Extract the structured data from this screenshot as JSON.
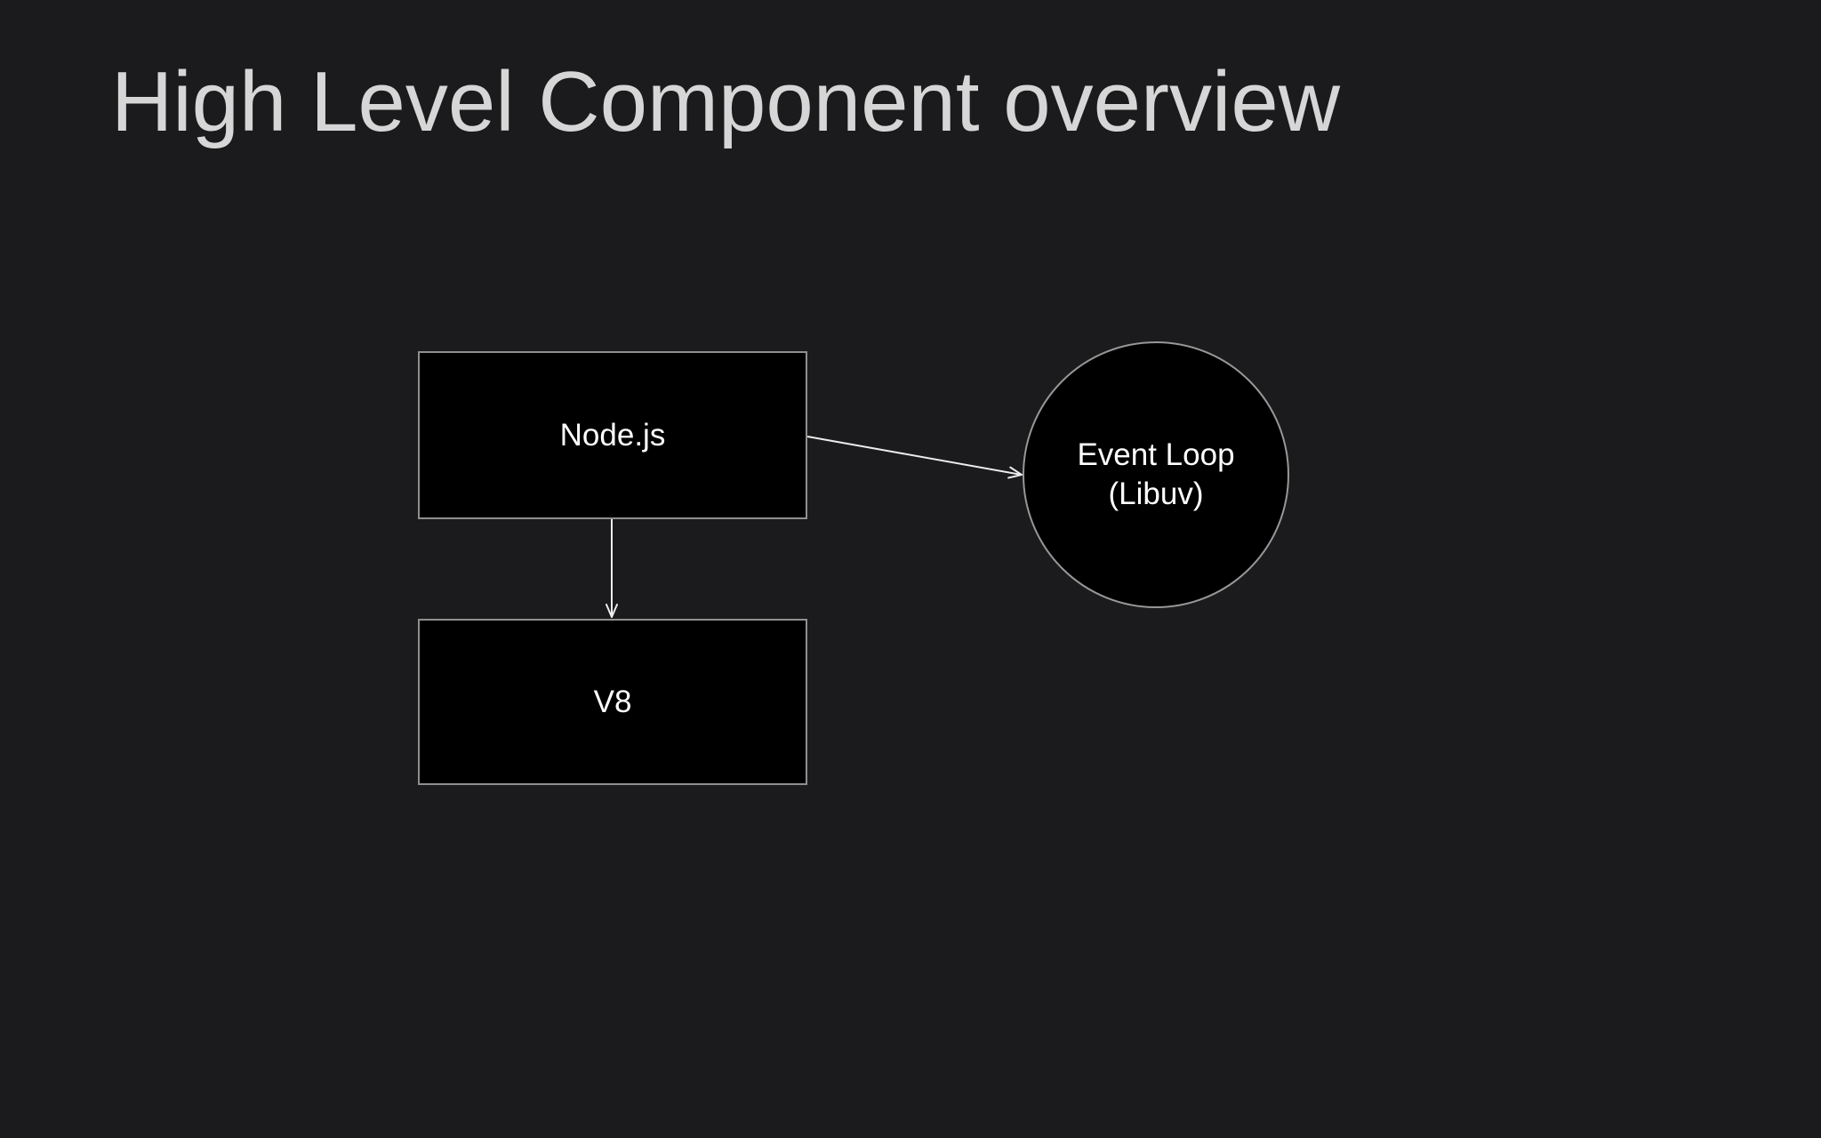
{
  "slide": {
    "title": "High Level Component overview",
    "background_color": "#1b1b1d",
    "title_color": "#d6d6d6"
  },
  "diagram": {
    "nodes": [
      {
        "id": "nodejs",
        "shape": "rectangle",
        "label": "Node.js",
        "fill": "#000000",
        "border_color": "#8f8f8f",
        "text_color": "#ffffff"
      },
      {
        "id": "v8",
        "shape": "rectangle",
        "label": "V8",
        "fill": "#000000",
        "border_color": "#8f8f8f",
        "text_color": "#ffffff"
      },
      {
        "id": "event-loop",
        "shape": "circle",
        "label": "Event Loop\n(Libuv)",
        "fill": "#000000",
        "border_color": "#979797",
        "text_color": "#ffffff"
      }
    ],
    "connectors": [
      {
        "id": "nodejs-to-eventloop",
        "from": "nodejs",
        "to": "event-loop",
        "arrowhead": "open-v"
      },
      {
        "id": "nodejs-to-v8",
        "from": "nodejs",
        "to": "v8",
        "arrowhead": "open-v"
      }
    ],
    "arrow_color": "#ededed"
  }
}
